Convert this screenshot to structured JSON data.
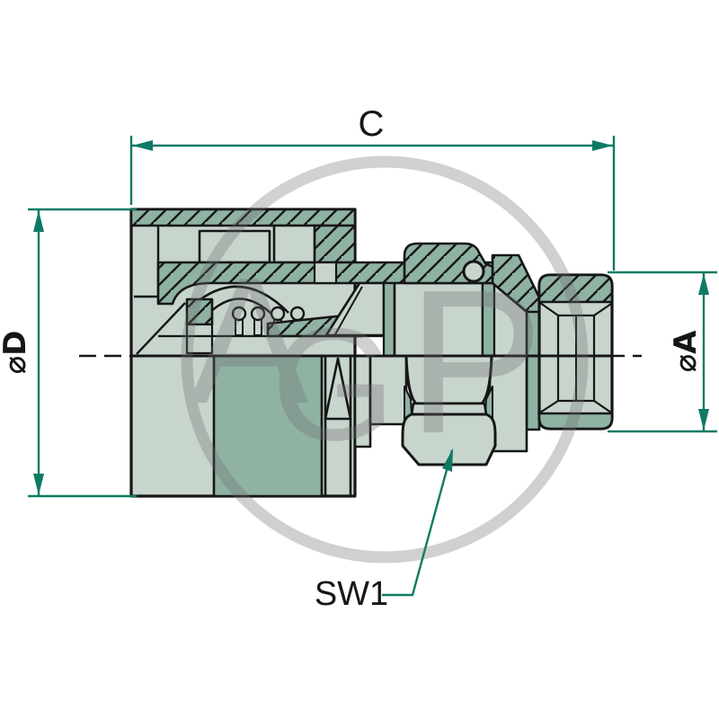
{
  "drawing": {
    "subject": "quick-coupling cross-section",
    "labels": {
      "overall_length": "C",
      "body_diameter": "⌀D",
      "thread_diameter": "⌀A",
      "wrench_size": "SW1"
    }
  },
  "watermark": {
    "letters": [
      "A",
      "G",
      "P"
    ]
  },
  "colors": {
    "dimension_line": "#0e7a64",
    "outline": "#161616",
    "fill_light": "#c7d5cd",
    "fill_dark": "#8fb2a3",
    "watermark_gray": "#6f6f6f",
    "background": "#ffffff"
  }
}
